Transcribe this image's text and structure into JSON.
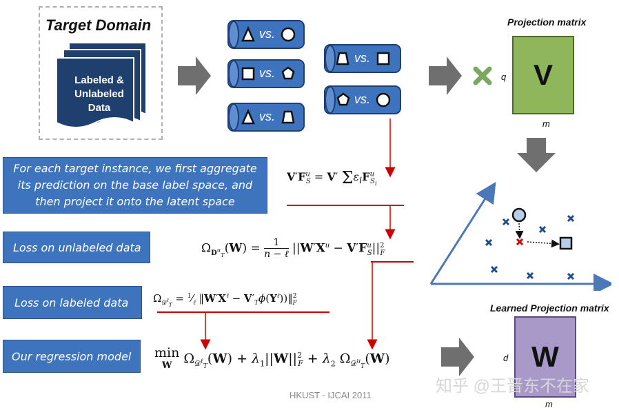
{
  "target_domain": {
    "title": "Target Domain",
    "document_label": [
      "Labeled &",
      "Unlabeled",
      "Data"
    ]
  },
  "pairs": [
    {
      "left": "triangle-icon",
      "text": "vs.",
      "right": "circle-icon"
    },
    {
      "left": "square-icon",
      "text": "vs.",
      "right": "pentagon-icon"
    },
    {
      "left": "triangle-icon",
      "text": "vs.",
      "right": "trapezoid-icon"
    },
    {
      "left": "trapezoid-icon",
      "text": "vs.",
      "right": "square-icon"
    },
    {
      "left": "pentagon-icon",
      "text": "vs.",
      "right": "circle-icon"
    }
  ],
  "projection": {
    "title": "Projection matrix",
    "letter": "V",
    "rows_label": "q",
    "cols_label": "m",
    "color": "#8fb65a"
  },
  "learned": {
    "title": "Learned Projection matrix",
    "letter": "W",
    "rows_label": "d",
    "cols_label": "m",
    "color": "#a899c8"
  },
  "boxes": {
    "aggregate": "For each target instance, we first aggregate its prediction on the base label space, and then project it onto the latent space",
    "unlabeled": "Loss on unlabeled data",
    "labeled": "Loss on labeled data",
    "regression": "Our regression model"
  },
  "footer": "HKUST - IJCAI 2011",
  "watermark": "知乎 @王晋东不在家",
  "colors": {
    "accent": "#3e74bd",
    "arrow": "#cc0000",
    "cross": "#1f4e8c"
  }
}
